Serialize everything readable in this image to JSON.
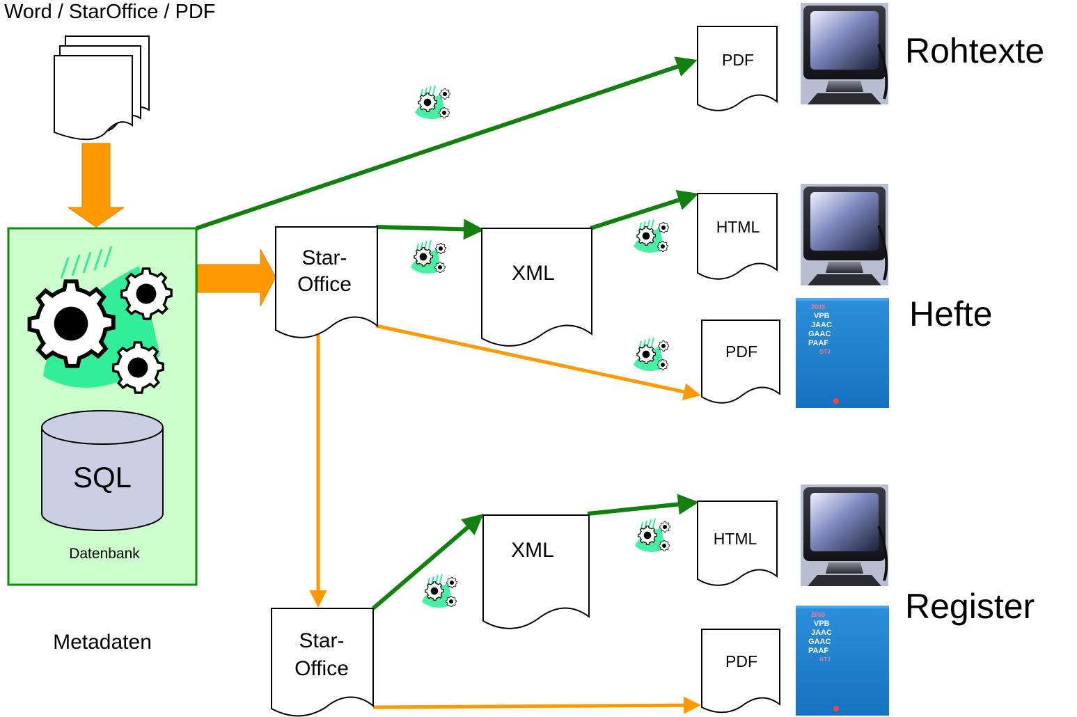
{
  "source_label": "Word / StarOffice / PDF",
  "database": {
    "sql_label": "SQL",
    "caption": "Datenbank",
    "metadata_label": "Metadaten"
  },
  "documents": {
    "staroffice_1_line1": "Star-",
    "staroffice_1_line2": "Office",
    "staroffice_2_line1": "Star-",
    "staroffice_2_line2": "Office",
    "xml_1": "XML",
    "xml_2": "XML",
    "pdf_1": "PDF",
    "html_1": "HTML",
    "pdf_2": "PDF",
    "html_2": "HTML",
    "pdf_3": "PDF"
  },
  "outputs": {
    "rohtexte": "Rohtexte",
    "hefte": "Hefte",
    "register": "Register"
  },
  "cover": {
    "year": "2003",
    "lines": [
      "VPB",
      "JAAC",
      "GAAC",
      "PAAF",
      "GTJ"
    ]
  },
  "colors": {
    "green_arrow": "#12800f",
    "orange_arrow": "#ff9900",
    "db_fill": "#ccffcc",
    "db_border": "#0f8a0f",
    "cylinder_fill": "#c9d0e3",
    "gear_glow": "#33ee99",
    "cover_blue": "#1a80d0",
    "monitor_dark": "#1b1b24",
    "monitor_screen": "#6a74a8"
  }
}
